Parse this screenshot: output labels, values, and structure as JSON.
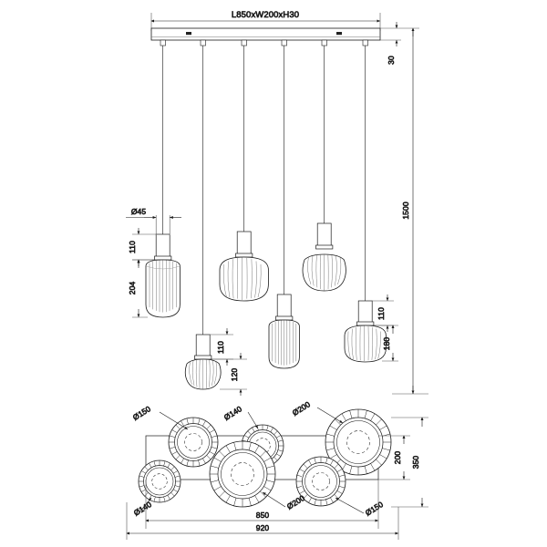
{
  "drawing": {
    "type": "technical-dimension-drawing",
    "subject": "6-light linear pendant chandelier",
    "views": [
      "elevation",
      "plan"
    ]
  },
  "elevation": {
    "title_dimension": "L850xW200xH30",
    "dimensions": {
      "canopy_height": "30",
      "total_drop": "1500",
      "holder_diameter": "Ø45",
      "holder_length_a": "110",
      "shade_height_a": "204",
      "holder_length_b": "110",
      "shade_height_b": "120",
      "holder_length_c": "110",
      "shade_height_c": "180"
    },
    "pendants": [
      {
        "index": 1,
        "shade": "elongated-barrel",
        "label_diameter": "Ø150"
      },
      {
        "index": 2,
        "shade": "wide-dome",
        "label_diameter": "Ø200"
      },
      {
        "index": 3,
        "shade": "globe",
        "label_diameter": "Ø140"
      },
      {
        "index": 4,
        "shade": "tall-barrel",
        "label_diameter": "Ø140"
      },
      {
        "index": 5,
        "shade": "round-globe",
        "label_diameter": "Ø150"
      },
      {
        "index": 6,
        "shade": "wide-dome",
        "label_diameter": "Ø200"
      }
    ]
  },
  "plan": {
    "dimensions": {
      "plate_length": "850",
      "overall_length": "920",
      "inner_width": "200",
      "overall_width": "350"
    },
    "shades_top_row": [
      {
        "label": "Ø150"
      },
      {
        "label": "Ø140"
      },
      {
        "label": "Ø200"
      }
    ],
    "shades_bottom_row": [
      {
        "label": "Ø140"
      },
      {
        "label": "Ø200"
      },
      {
        "label": "Ø150"
      }
    ]
  },
  "labels": {
    "title": "L850xW200xH30",
    "h30": "30",
    "drop1500": "1500",
    "d45": "Ø45",
    "n110a": "110",
    "n204": "204",
    "n110b": "110",
    "n120": "120",
    "n110c": "110",
    "n180": "180",
    "d150a": "Ø150",
    "d140a": "Ø140",
    "d200a": "Ø200",
    "d140b": "Ø140",
    "d200b": "Ø200",
    "d150b": "Ø150",
    "n200": "200",
    "n350": "350",
    "n850": "850",
    "n920": "920"
  },
  "colors": {
    "line": "#1a1a1a",
    "thin": "#555555",
    "background": "#ffffff"
  }
}
